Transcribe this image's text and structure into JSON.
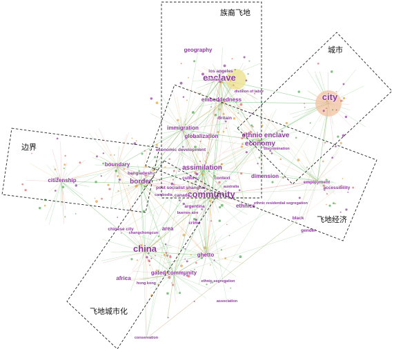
{
  "regions": [
    "族裔飞地",
    "城市",
    "边界",
    "飞地经济",
    "飞地城市化"
  ],
  "nodes": [
    {
      "label": "enclave",
      "size": "xl"
    },
    {
      "label": "city",
      "size": "xl"
    },
    {
      "label": "geography",
      "size": "m"
    },
    {
      "label": "los angeles",
      "size": "s"
    },
    {
      "label": "cluster",
      "size": "xs"
    },
    {
      "label": "embeddedness",
      "size": "m"
    },
    {
      "label": "britain",
      "size": "s"
    },
    {
      "label": "immigration",
      "size": "m"
    },
    {
      "label": "globalization",
      "size": "m"
    },
    {
      "label": "ethnic enclave",
      "size": "l"
    },
    {
      "label": "economy",
      "size": "l"
    },
    {
      "label": "economic development",
      "size": "s"
    },
    {
      "label": "assimilation",
      "size": "l"
    },
    {
      "label": "boundary",
      "size": "m"
    },
    {
      "label": "citizenship",
      "size": "m"
    },
    {
      "label": "bangladesh",
      "size": "s"
    },
    {
      "label": "border",
      "size": "l"
    },
    {
      "label": "culture",
      "size": "s"
    },
    {
      "label": "context",
      "size": "s"
    },
    {
      "label": "dimension",
      "size": "m"
    },
    {
      "label": "employment",
      "size": "s"
    },
    {
      "label": "accessibility",
      "size": "s"
    },
    {
      "label": "ethnic residential segregation",
      "size": "xs"
    },
    {
      "label": "community",
      "size": "xl"
    },
    {
      "label": "canada",
      "size": "s"
    },
    {
      "label": "argentina",
      "size": "s"
    },
    {
      "label": "buenos aire",
      "size": "xs"
    },
    {
      "label": "ethnics",
      "size": "m"
    },
    {
      "label": "black",
      "size": "s"
    },
    {
      "label": "gender",
      "size": "s"
    },
    {
      "label": "crime",
      "size": "s"
    },
    {
      "label": "area",
      "size": "m"
    },
    {
      "label": "chinese city",
      "size": "s"
    },
    {
      "label": "changchongcun",
      "size": "xs"
    },
    {
      "label": "china",
      "size": "xl"
    },
    {
      "label": "ghetto",
      "size": "m"
    },
    {
      "label": "gated community",
      "size": "m"
    },
    {
      "label": "africa",
      "size": "m"
    },
    {
      "label": "hong kong",
      "size": "xs"
    },
    {
      "label": "ethnic segregation",
      "size": "xs"
    },
    {
      "label": "association",
      "size": "xs"
    },
    {
      "label": "conservation",
      "size": "xs"
    },
    {
      "label": "australia",
      "size": "xs"
    },
    {
      "label": "cambodia",
      "size": "xs"
    },
    {
      "label": "post socialist shanghai",
      "size": "s"
    },
    {
      "label": "discrimination",
      "size": "xs"
    },
    {
      "label": "division of labor",
      "size": "xs"
    }
  ],
  "colors": {
    "label": "#8c3a9c",
    "edge_green": "#3fa83f",
    "edge_red": "#e07070",
    "edge_orange": "#e6a040",
    "box": "#222222",
    "halo_city": "#f2c1a0",
    "halo_enclave": "#ece08a"
  }
}
